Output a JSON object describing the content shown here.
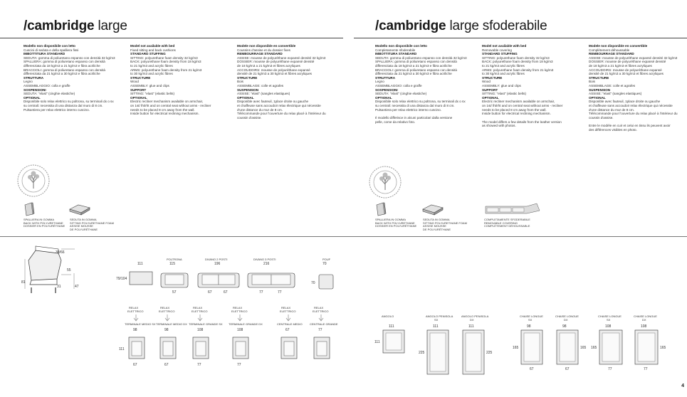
{
  "left": {
    "title_bold": "/cambridge",
    "title_light": " large",
    "columns": [
      {
        "heading": "Modello non disponibile con letto",
        "lines": [
          {
            "t": "Cuscini di seduta e della spalliera fissi"
          },
          {
            "t": "IMBOTTITURA STANDARD",
            "b": true
          },
          {
            "t": "SEDUTA: gomma di poliuretano espanso con densità 32 kg/m3"
          },
          {
            "t": "SPALLIERA: gomma di poliuretano espanso con densità"
          },
          {
            "t": "differenziata da 18 kg/m3 a 21 kg/m3 e fibra acriliche"
          },
          {
            "t": "BRACCIOLI: gomma di poliuretano espanso con densità"
          },
          {
            "t": "differenziata da 21 kg/m3 a 30 kg/m3 e fibra acriliche"
          },
          {
            "t": "STRUTTURA",
            "b": true
          },
          {
            "t": "Legno"
          },
          {
            "t": "ASSEMBLAGGIO: colla e graffe"
          },
          {
            "t": "SOSPENSIONI",
            "b": true
          },
          {
            "t": "SEDUTA: \"elast\" (cinghie elastiche)"
          },
          {
            "t": "OPTIONAL",
            "b": true
          },
          {
            "t": "Disponibile solo relax elettrico su poltrona, su terminali dx o sx"
          },
          {
            "t": "su centrali: necessita di una distanza dal muro di 8 cm."
          },
          {
            "t": "Pulsantiera per relax elettrico interno cuscino."
          }
        ]
      },
      {
        "heading": "Model not available with bed",
        "lines": [
          {
            "t": "Fixed sitting and back cushions"
          },
          {
            "t": "STANDARD STUFFING",
            "b": true
          },
          {
            "t": "SITTING: polyurethane foam density 32 kg/m3"
          },
          {
            "t": "BACK: polyurethane foam density from 18 kg/m3"
          },
          {
            "t": "to 21 kg/m3 and acrylic fibres"
          },
          {
            "t": "ARMS: polyurethane foam density from 21 kg/m3"
          },
          {
            "t": "to 30 kg/m3 and acrylic fibres"
          },
          {
            "t": "STRUCTURE",
            "b": true
          },
          {
            "t": "Wood"
          },
          {
            "t": "ASSEMBLY: glue and clips"
          },
          {
            "t": "SUPPORT",
            "b": true
          },
          {
            "t": "SITTING: \"elast\" (elastic belts)"
          },
          {
            "t": "OPTIONAL",
            "b": true
          },
          {
            "t": "Electric recliner mechanism available on armchair,"
          },
          {
            "t": "on 1st/ lht/rht and on central seat without arms - recliner"
          },
          {
            "t": "needs to be placed 8 cm away from the wall."
          },
          {
            "t": "Inside button for electrical reclining mechanism."
          }
        ]
      },
      {
        "heading": "Modele non disponible en convertible",
        "lines": [
          {
            "t": "Coussins d'assise et du dossier fixes"
          },
          {
            "t": "REMBOURRAGE STANDARD",
            "b": true
          },
          {
            "t": "ASSISE: mousse de polyuréthane expansé densité 32 kg/m3"
          },
          {
            "t": "DOSSIER: mousse de polyuréthane expansé densité"
          },
          {
            "t": "de 18 kg/m3 a 21 kg/m3 et fibres acryliques"
          },
          {
            "t": "ACCOUDOIRS: mousse de polyuréthane expansé"
          },
          {
            "t": "densité de 21 kg/m3 a 30 kg/m3 et fibres acryliques"
          },
          {
            "t": "STRUCTURE",
            "b": true
          },
          {
            "t": "Bois"
          },
          {
            "t": "ASSEMBLAGE: colle et agrafes"
          },
          {
            "t": "SUSPENSION",
            "b": true
          },
          {
            "t": "ASSISE: \"elast\" (sangles elastiques)"
          },
          {
            "t": "OPTIONAL",
            "b": true
          },
          {
            "t": "Disponible avec fauteuil, 1place droite ou gauche"
          },
          {
            "t": "et chaffeuse sans accoudoir relax électrique qui nécessite"
          },
          {
            "t": "d'une distance du mur de 8 cm."
          },
          {
            "t": "Télécommande pour l'ouverture du relax placé à l'intérieur du"
          },
          {
            "t": "coussin d'assise."
          }
        ]
      }
    ],
    "caption1": [
      "SPALLIERA IN GOMMA",
      "BACK WITH POLYURETHANE",
      "DOSSIER EN POLYURÉTHANE"
    ],
    "caption2": [
      "SEDUTA IN GOMMA",
      "SITTING POLYURETHANE FOAM",
      "ASSISE MOUSSE",
      "DE POLYURÉTHANE"
    ],
    "side_dims": {
      "d1": "39/66",
      "d2": "55",
      "d3": "81",
      "d4": "31",
      "d5": "47"
    },
    "pieces": [
      {
        "label": "",
        "w": "111",
        "h": "79/104"
      },
      {
        "label": "POLTRONA",
        "w": "115",
        "d": "57"
      },
      {
        "label": "DIVANO 2 POSTI",
        "w": "196",
        "d1": "67",
        "d2": "67"
      },
      {
        "label": "DIVANO 3 POSTI",
        "w": "216",
        "d1": "77",
        "d2": "77"
      },
      {
        "label": "POUF",
        "w": "70",
        "h": "70"
      }
    ],
    "modules": [
      {
        "relax": "RELAX ELETTRICO",
        "label": "TERMINALE MEDIO SX",
        "w": "98",
        "d": "67"
      },
      {
        "relax": "RELAX ELETTRICO",
        "label": "TERMINALE MEDIO DX",
        "w": "98",
        "d": "67"
      },
      {
        "relax": "RELAX ELETTRICO",
        "label": "TERMINALE GRANDE SX",
        "w": "108",
        "d": "77"
      },
      {
        "relax": "RELAX ELETTRICO",
        "label": "TERMINALE GRANDE DX",
        "w": "108",
        "d": "77"
      },
      {
        "relax": "RELAX ELETTRICO",
        "label": "CENTRALE MEDIO",
        "w": "67",
        "d": ""
      },
      {
        "relax": "RELAX ELETTRICO",
        "label": "CENTRALE GRANDE",
        "w": "77",
        "d": ""
      }
    ],
    "module_h": "111"
  },
  "right": {
    "title_bold": "/cambridge",
    "title_light": " large sfoderabile",
    "columns": [
      {
        "heading": "Modello non disponibile con letto",
        "lines": [
          {
            "t": "Completamente sfoderabile"
          },
          {
            "t": "IMBOTTITURA STANDARD",
            "b": true
          },
          {
            "t": "SEDUTA: gomma di poliuretano espanso con densità 32 kg/m3"
          },
          {
            "t": "SPALLIERA: gomma di poliuretano espanso con densità"
          },
          {
            "t": "differenziata da 18 kg/m3 a 21 kg/m3 e fibra acriliche"
          },
          {
            "t": "BRACCIOLI: gomma di poliuretano espanso con densità"
          },
          {
            "t": "differenziata da 21 kg/m3 a 30 kg/m3 e fibra acriliche"
          },
          {
            "t": "STRUTTURA",
            "b": true
          },
          {
            "t": "Legno"
          },
          {
            "t": "ASSEMBLAGGIO: colla e graffe"
          },
          {
            "t": "SOSPENSIONI",
            "b": true
          },
          {
            "t": "SEDUTA: \"elast\" (cinghie elastiche)"
          },
          {
            "t": "OPTIONAL",
            "b": true
          },
          {
            "t": "Disponibile solo relax elettrico su poltrona, su terminali dx o sx"
          },
          {
            "t": "su centrali: necessita di una distanza dal muro di 8 cm."
          },
          {
            "t": "Pulsantiera per relax elettrico interno cuscino."
          },
          {
            "t": ""
          },
          {
            "t": "Il modello differisce in alcuni particolari dalla versione"
          },
          {
            "t": "pelle, come da relativo foto."
          }
        ]
      },
      {
        "heading": "Model not available with bed",
        "lines": [
          {
            "t": "Removable covering"
          },
          {
            "t": "STANDARD STUFFING",
            "b": true
          },
          {
            "t": "SITTING: polyurethane foam density 32 kg/m3"
          },
          {
            "t": "BACK: polyurethane foam density from 18 kg/m3"
          },
          {
            "t": "to 21 kg/m3 and acrylic fibres"
          },
          {
            "t": "ARMS: polyurethane foam density from 21 kg/m3"
          },
          {
            "t": "to 30 kg/m3 and acrylic fibres"
          },
          {
            "t": "STRUCTURE",
            "b": true
          },
          {
            "t": "Wood"
          },
          {
            "t": "ASSEMBLY: glue and clips"
          },
          {
            "t": "SUPPORT",
            "b": true
          },
          {
            "t": "SITTING: \"elast\" (elastic belts)"
          },
          {
            "t": "OPTIONAL",
            "b": true
          },
          {
            "t": "Electric recliner mechanism available on armchair,"
          },
          {
            "t": "on 1st/ lht/rht and on central seat without arms - recliner"
          },
          {
            "t": "needs to be placed 8 cm away from the wall."
          },
          {
            "t": "Inside button for electrical reclining mechanism."
          },
          {
            "t": ""
          },
          {
            "t": "The model differs a few details from the leather version"
          },
          {
            "t": "as showed with photos."
          }
        ]
      },
      {
        "heading": "Modele non disponible en convertible",
        "lines": [
          {
            "t": "Complètement déhoussable"
          },
          {
            "t": "REMBOURRAGE STANDARD",
            "b": true
          },
          {
            "t": "ASSISE: mousse de polyuréthane expansé densité 32 kg/m3"
          },
          {
            "t": "DOSSIER: mousse de polyuréthane expansé densité"
          },
          {
            "t": "de 18 kg/m3 a 21 kg/m3 et fibres acryliques"
          },
          {
            "t": "ACCOUDOIRS: mousse de polyuréthane expansé"
          },
          {
            "t": "densité de 21 kg/m3 a 30 kg/m3 et fibres acryliques"
          },
          {
            "t": "STRUCTURE",
            "b": true
          },
          {
            "t": "Bois"
          },
          {
            "t": "ASSEMBLAGE: colle et agrafes"
          },
          {
            "t": "SUSPENSION",
            "b": true
          },
          {
            "t": "ASSISE: \"elast\" (sangles elastiques)"
          },
          {
            "t": "OPTIONAL",
            "b": true
          },
          {
            "t": "Disponible avec fauteuil, 1place droite ou gauche"
          },
          {
            "t": "et chaffeuse sans accoudoir relax électrique qui nécessite"
          },
          {
            "t": "d'une distance du mur de 8 cm."
          },
          {
            "t": "Télécommande pour l'ouverture du relax placé à l'intérieur du"
          },
          {
            "t": "coussin d'assise."
          },
          {
            "t": ""
          },
          {
            "t": "Entre le modèle en cuir et celui en tissu ils peuvent avoir"
          },
          {
            "t": "des différences visibles en photo."
          }
        ]
      }
    ],
    "caption1": [
      "SPALLIERA IN GOMMA",
      "BACK WITH POLYURETHANE",
      "DOSSIER EN POLYURÉTHANE"
    ],
    "caption2": [
      "SEDUTA IN GOMMA",
      "SITTING POLYURETHANE FOAM",
      "ASSISE MOUSSE",
      "DE POLYURÉTHANE"
    ],
    "caption3": [
      "COMPLETAMENTE SFODERABILE",
      "REMOVABLE COVERING",
      "COMPLÈTEMENT DÉHOUSSABLE"
    ],
    "modules": [
      {
        "label": "ANGOLO",
        "w": "111",
        "h": "111"
      },
      {
        "label": "ANGOLO PENISOLA SX",
        "w": "111",
        "h": "225"
      },
      {
        "label": "ANGOLO PENISOLA DX",
        "w": "111",
        "h": "225"
      },
      {
        "label": "CHAISE LONGUE SX",
        "w": "98",
        "h": "165",
        "d": "67"
      },
      {
        "label": "CHAISE LONGUE DX",
        "w": "98",
        "h": "165",
        "d": "67"
      },
      {
        "label": "CHAISE LONGUE SX",
        "w": "108",
        "h": "165",
        "d": "77"
      },
      {
        "label": "CHAISE LONGUE DX",
        "w": "108",
        "h": "165",
        "d": "77"
      }
    ]
  },
  "page_number": "4"
}
